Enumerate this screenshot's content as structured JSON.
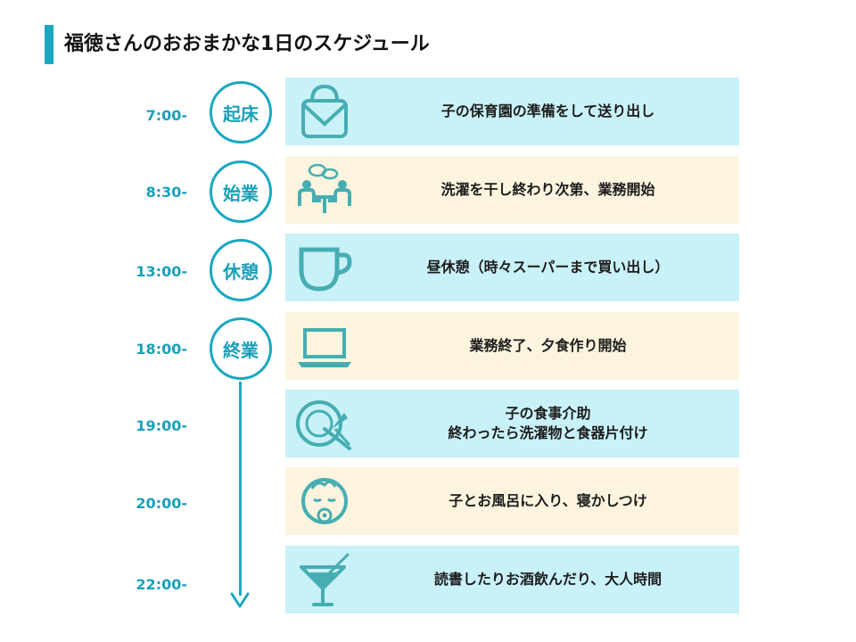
{
  "title": "福徳さんのおおまかな1日のスケジュール",
  "colors": {
    "accent": "#1aa8c0",
    "card_blue": "#c9f1f8",
    "card_cream": "#fcf4de"
  },
  "schedule": [
    {
      "time": "7:00-",
      "badge": "起床",
      "lines": [
        "子の保育園の準備をして送り出し"
      ],
      "icon": "handbag-icon"
    },
    {
      "time": "8:30-",
      "badge": "始業",
      "lines": [
        "洗濯を干し終わり次第、業務開始"
      ],
      "icon": "meeting-icon"
    },
    {
      "time": "13:00-",
      "badge": "休憩",
      "lines": [
        "昼休憩（時々スーパーまで買い出し）"
      ],
      "icon": "mug-icon"
    },
    {
      "time": "18:00-",
      "badge": "終業",
      "lines": [
        "業務終了、夕食作り開始"
      ],
      "icon": "laptop-icon"
    },
    {
      "time": "19:00-",
      "lines": [
        "子の食事介助",
        "終わったら洗濯物と食器片付け"
      ],
      "icon": "plate-cutlery-icon"
    },
    {
      "time": "20:00-",
      "lines": [
        "子とお風呂に入り、寝かしつけ"
      ],
      "icon": "baby-icon"
    },
    {
      "time": "22:00-",
      "lines": [
        "読書したりお酒飲んだり、大人時間"
      ],
      "icon": "cocktail-icon"
    }
  ]
}
